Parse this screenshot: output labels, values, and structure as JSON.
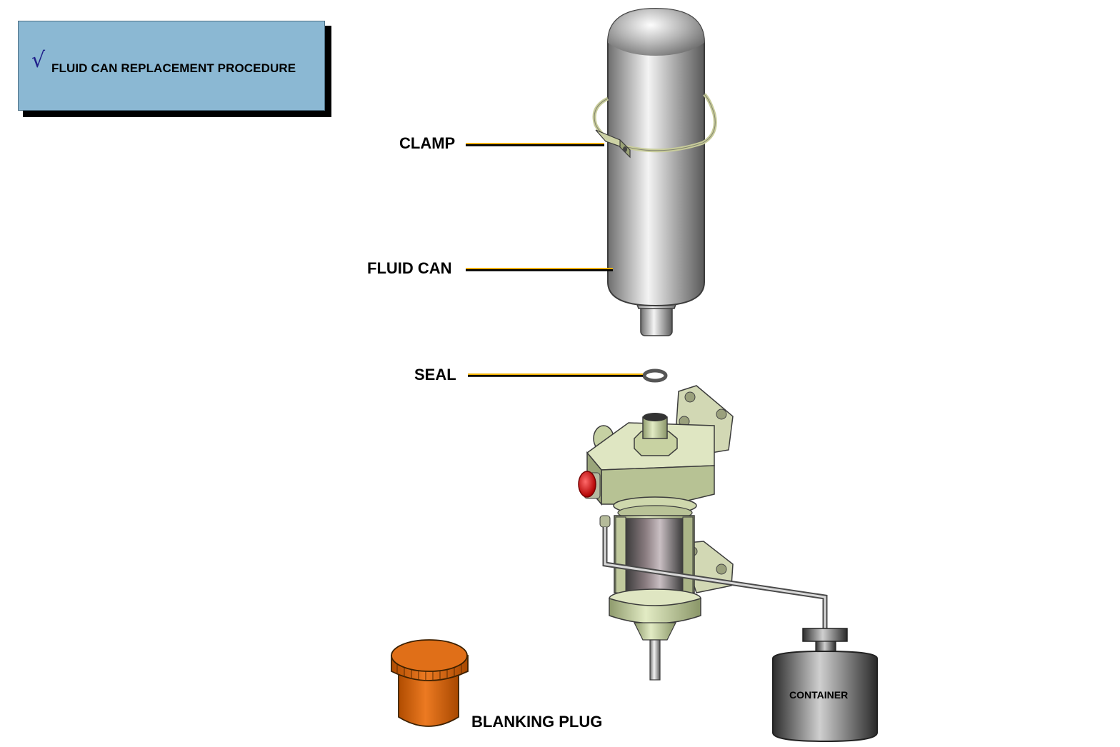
{
  "title": {
    "tick_symbol": "√",
    "text": "FLUID CAN REPLACEMENT PROCEDURE"
  },
  "labels": {
    "clamp": "CLAMP",
    "fluid_can": "FLUID CAN",
    "seal": "SEAL",
    "blanking_plug": "BLANKING PLUG",
    "container": "CONTAINER"
  },
  "colors": {
    "title_box": "#8bb8d3",
    "leader_line": "#e0a000",
    "can_metal": "#9a9a9a",
    "housing_green": "#c6d1a3",
    "blanking_plug": "#d9650a",
    "release_button": "#e00000",
    "container_dark": "#4a4a4a"
  },
  "icons": {
    "tick": "check-mark-icon"
  }
}
